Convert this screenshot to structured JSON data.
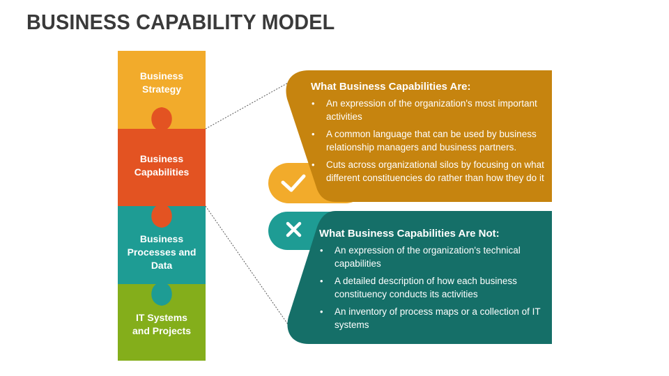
{
  "title": "BUSINESS CAPABILITY MODEL",
  "pieces": [
    {
      "label": "Business Strategy",
      "lines": [
        "Business",
        "Strategy"
      ],
      "color": "#F2AB2B"
    },
    {
      "label": "Business Capabilities",
      "lines": [
        "Business",
        "Capabilities"
      ],
      "color": "#E35322"
    },
    {
      "label": "Business Processes and Data",
      "lines": [
        "Business",
        "Processes and",
        "Data"
      ],
      "color": "#1E9C94"
    },
    {
      "label": "IT Systems and Projects",
      "lines": [
        "IT Systems",
        "and Projects"
      ],
      "color": "#84AE1B"
    }
  ],
  "are": {
    "heading": "What Business Capabilities Are:",
    "items": [
      "An expression of the organization's most important activities",
      "A common language that can be used by business relationship managers and business partners.",
      "Cuts across organizational silos by focusing on what different constituencies do rather than how they do it"
    ],
    "icon": "check-icon",
    "color": "#C6840F",
    "tab_color": "#F2AB2B"
  },
  "are_not": {
    "heading": "What Business Capabilities Are Not:",
    "items": [
      "An expression of the organization's technical capabilities",
      "A detailed description of how each business constituency conducts its activities",
      "An inventory of process maps or a collection of IT systems"
    ],
    "icon": "x-icon",
    "color": "#156F68",
    "tab_color": "#1E9C94"
  }
}
